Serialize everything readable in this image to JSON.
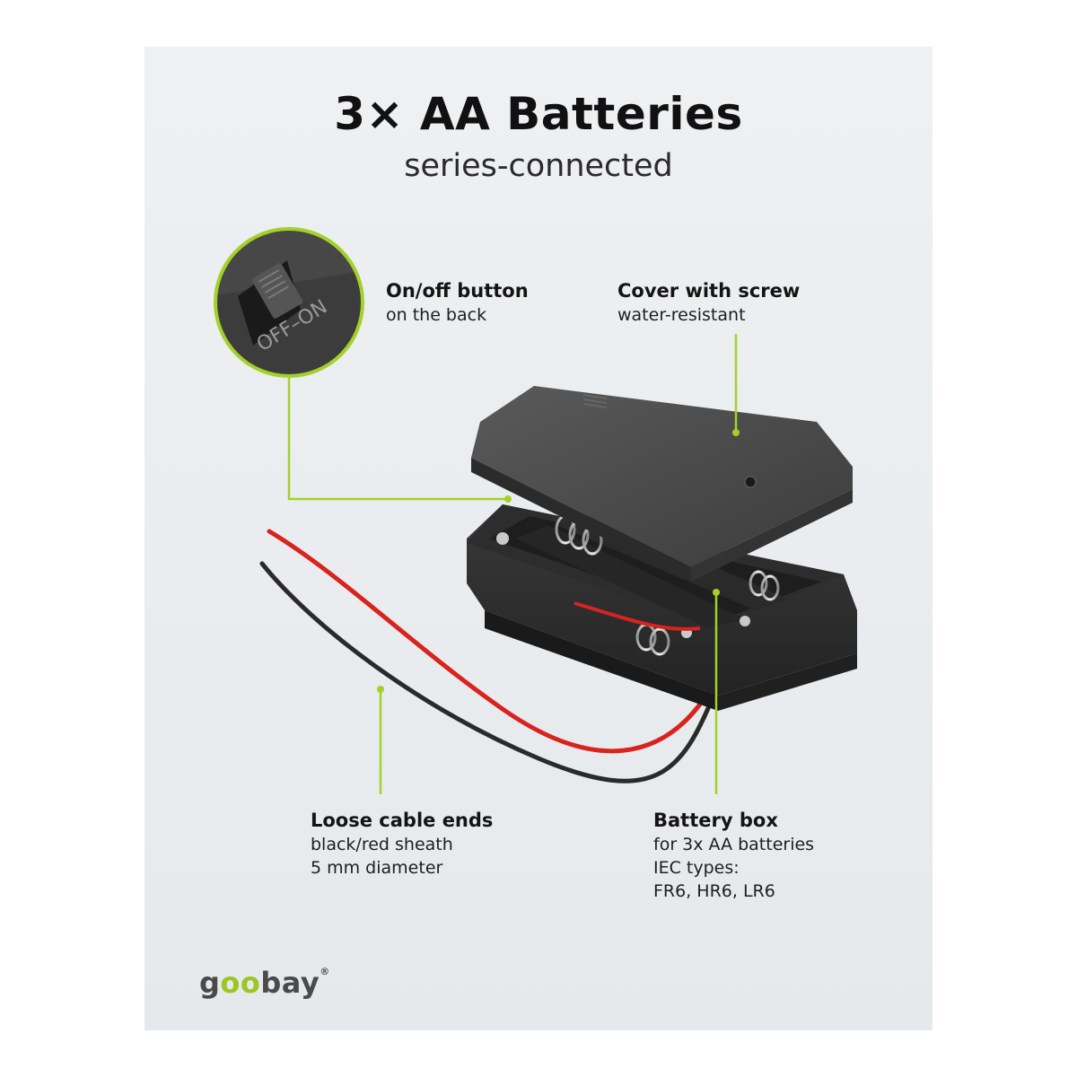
{
  "header": {
    "title": "3× AA Batteries",
    "subtitle": "series-connected"
  },
  "callouts": {
    "onoff": {
      "title": "On/off button",
      "lines": [
        "on the back"
      ]
    },
    "cover": {
      "title": "Cover with screw",
      "lines": [
        "water-resistant"
      ]
    },
    "cable": {
      "title": "Loose cable ends",
      "lines": [
        "black/red sheath",
        "5 mm diameter"
      ]
    },
    "box": {
      "title": "Battery box",
      "lines": [
        "for 3x AA batteries",
        "IEC types:",
        "FR6, HR6, LR6"
      ]
    }
  },
  "switch_label": "OFF–ON",
  "brand": {
    "prefix": "g",
    "highlight": "oo",
    "suffix": "bay",
    "mark": "®"
  },
  "colors": {
    "accent": "#a3d12a",
    "background": "#eceef1",
    "casing": "#3a3a3a",
    "red_wire": "#d8231e",
    "black_wire": "#2a2a2a"
  }
}
